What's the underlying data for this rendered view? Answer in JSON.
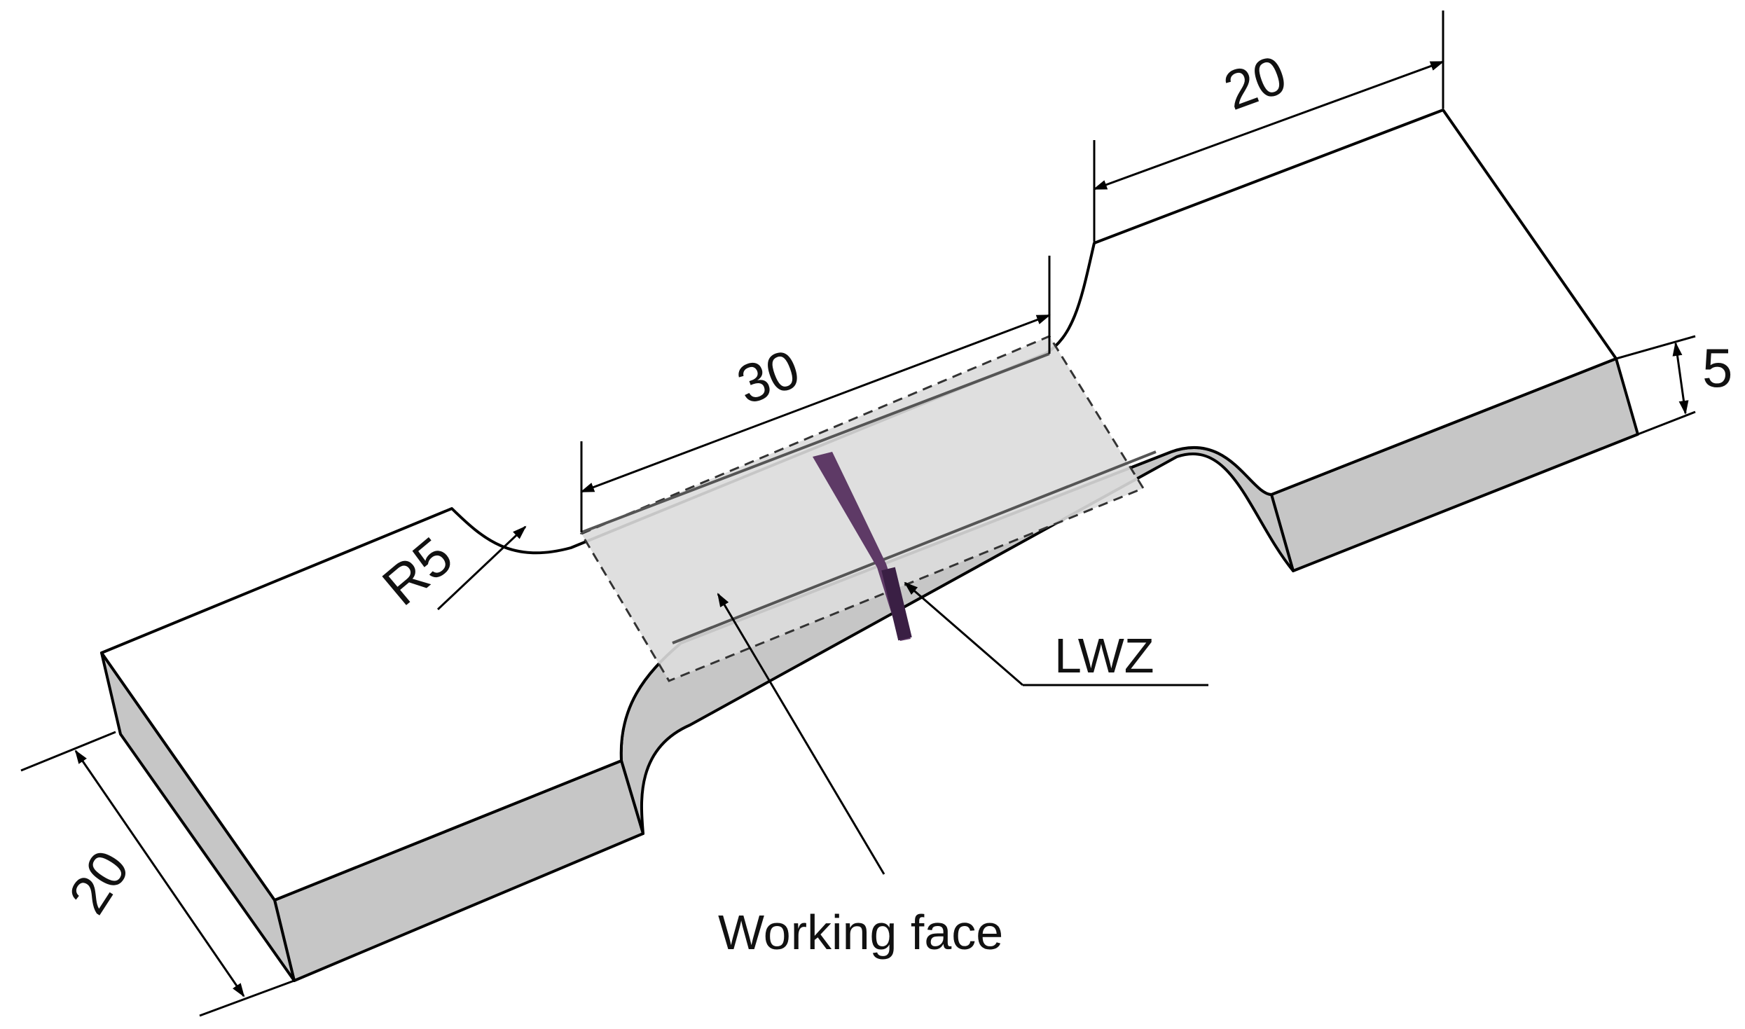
{
  "colors": {
    "outline": "#000000",
    "side_face": "#c6c6c6",
    "top_face": "#ffffff",
    "working_face": "#dcdcdc",
    "lwz_zone": "#5e3a66",
    "label": "#111111"
  },
  "dimensions": {
    "top_length": "20",
    "gauge_length": "30",
    "fillet_radius": "R5",
    "thickness": "5",
    "width": "20"
  },
  "callouts": {
    "lwz": "LWZ",
    "working_face": "Working face"
  }
}
